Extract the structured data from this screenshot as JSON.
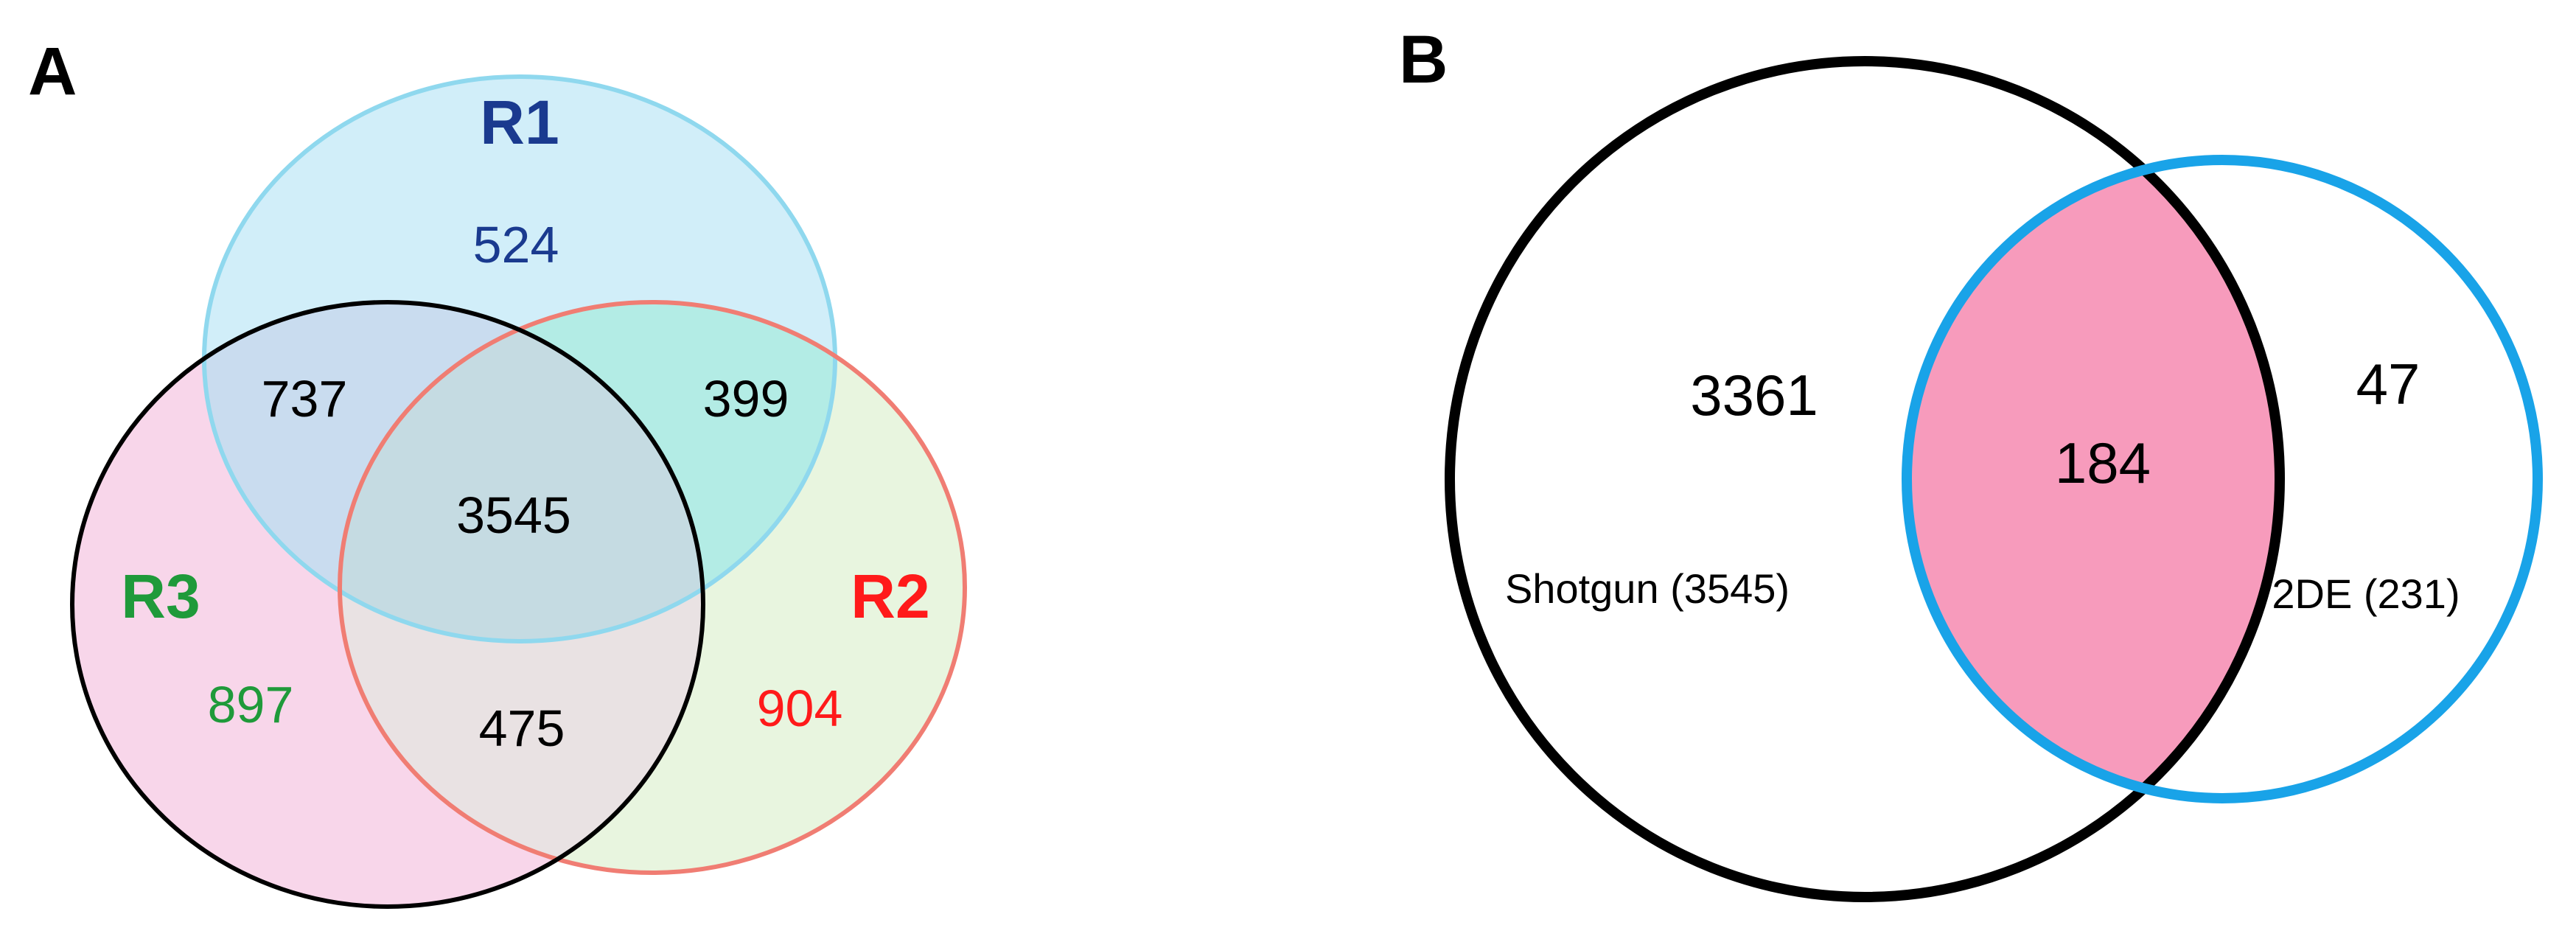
{
  "panel_a": {
    "letter": "A",
    "sets": [
      {
        "label": "R1",
        "only_count": "524",
        "label_color": "#1a3a8f",
        "fill": "#bfe8f7",
        "stroke": "#8fd8ee"
      },
      {
        "label": "R2",
        "only_count": "904",
        "label_color": "#ff1a1a",
        "fill": "#e8f5df",
        "stroke": "#f07d73"
      },
      {
        "label": "R3",
        "only_count": "897",
        "label_color": "#1f9a3a",
        "fill": "#f8d6ea",
        "stroke": "#000000"
      }
    ],
    "intersections": {
      "r1_r3": "737",
      "r1_r2": "399",
      "r2_r3": "475",
      "all": "3545"
    }
  },
  "panel_b": {
    "letter": "B",
    "left_set": {
      "caption": "Shotgun (3545)",
      "only_count": "3361",
      "stroke": "#000000"
    },
    "right_set": {
      "caption": "2DE (231)",
      "only_count": "47",
      "stroke": "#19a3e8"
    },
    "overlap": {
      "count": "184",
      "fill": "#f79bbc"
    }
  }
}
